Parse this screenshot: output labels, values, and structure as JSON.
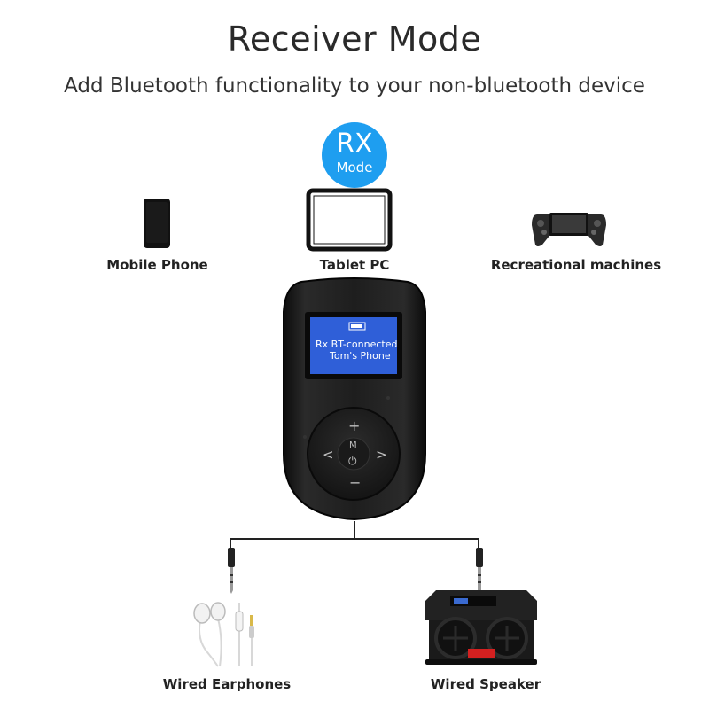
{
  "header": {
    "title": "Receiver Mode",
    "subtitle": "Add Bluetooth functionality to your non-bluetooth device"
  },
  "badge": {
    "main": "RX",
    "sub": "Mode"
  },
  "sources": [
    {
      "label": "Mobile Phone",
      "icon": "mobile-phone-icon"
    },
    {
      "label": "Tablet PC",
      "icon": "tablet-icon"
    },
    {
      "label": "Recreational machines",
      "icon": "game-console-icon"
    }
  ],
  "device": {
    "screen_line1": "Rx  BT-connected",
    "screen_line2": "Tom's Phone",
    "buttons": {
      "up": "+",
      "down": "−",
      "left": "<",
      "right": ">",
      "center_top": "M",
      "center": "⏻"
    },
    "lcd_color": "#2f5fd8"
  },
  "outputs": [
    {
      "label": "Wired Earphones",
      "icon": "earphones-icon"
    },
    {
      "label": "Wired Speaker",
      "icon": "speaker-icon"
    }
  ],
  "colors": {
    "accent": "#1e9ef0",
    "device_body": "#1b1b1b",
    "speaker_red": "#d42020"
  }
}
